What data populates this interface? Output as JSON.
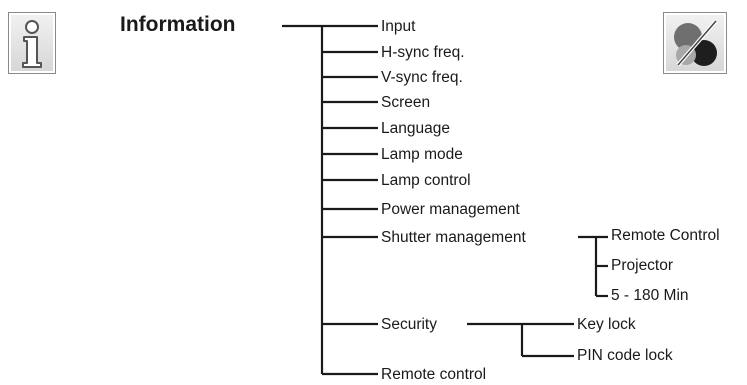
{
  "header": {
    "title": "Information",
    "left_icon": "info-icon",
    "right_icon": "palette-icon"
  },
  "menu": {
    "items": [
      "Input",
      "H-sync freq.",
      "V-sync freq.",
      "Screen",
      "Language",
      "Lamp mode",
      "Lamp control",
      "Power management",
      "Shutter management",
      "Security",
      "Remote control"
    ],
    "shutter_management": {
      "options": [
        "Remote Control",
        "Projector",
        "5 - 180 Min"
      ]
    },
    "security": {
      "options": [
        "Key lock",
        "PIN code lock"
      ]
    }
  }
}
